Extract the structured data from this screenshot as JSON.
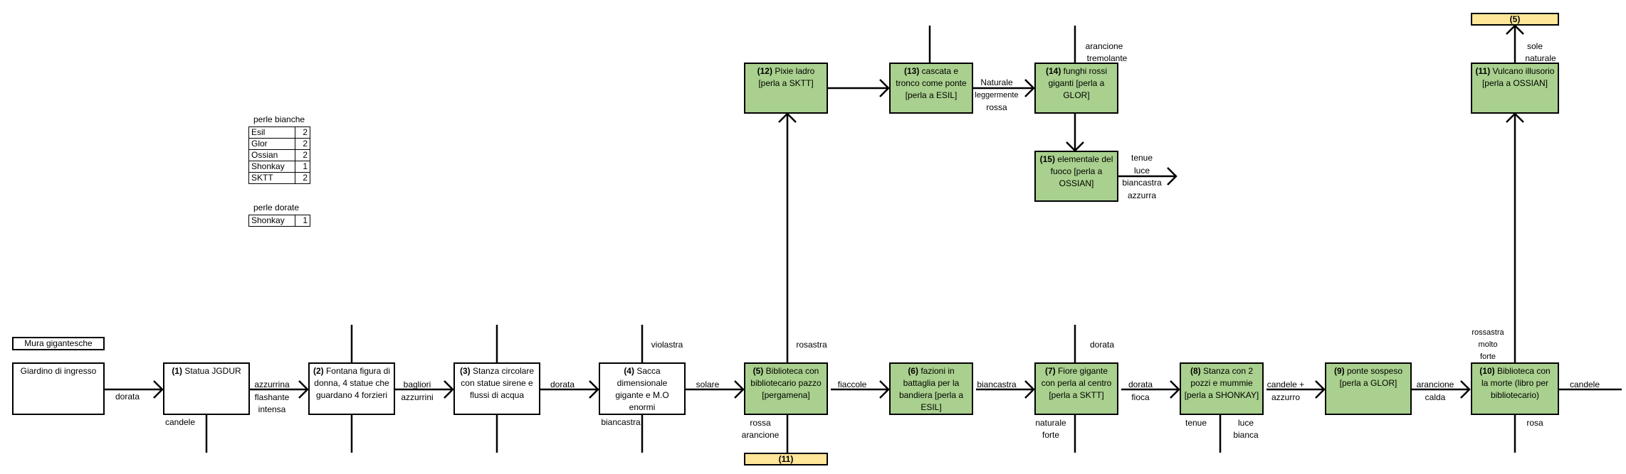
{
  "legend_white": {
    "title": "perle bianche",
    "rows": [
      {
        "name": "Esil",
        "count": "2"
      },
      {
        "name": "Glor",
        "count": "2"
      },
      {
        "name": "Ossian",
        "count": "2"
      },
      {
        "name": "Shonkay",
        "count": "1"
      },
      {
        "name": "SKTT",
        "count": "2"
      }
    ]
  },
  "legend_gold": {
    "title": "perle dorate",
    "rows": [
      {
        "name": "Shonkay",
        "count": "1"
      }
    ]
  },
  "nodes": {
    "mura": {
      "text": "Mura gigantesche"
    },
    "giardino": {
      "text": "Giardino di ingresso"
    },
    "n1": {
      "num": "(1)",
      "text": " Statua JGDUR"
    },
    "n2": {
      "num": "(2)",
      "text": " Fontana figura di donna, 4 statue che guardano 4 forzieri"
    },
    "n3": {
      "num": "(3)",
      "text": " Stanza circolare con statue sirene e flussi di acqua"
    },
    "n4": {
      "num": "(4)",
      "text": " Sacca dimensionale gigante e M.O enormi"
    },
    "n5": {
      "num": "(5)",
      "text": " Biblioteca con bibliotecario pazzo [pergamena]"
    },
    "n6": {
      "num": "(6)",
      "text": " fazioni in battaglia per la bandiera [perla a ESIL]"
    },
    "n7": {
      "num": "(7)",
      "text": " Fiore gigante con perla al centro [perla a SKTT]"
    },
    "n8": {
      "num": "(8)",
      "text": " Stanza con 2 pozzi e mummie [perla a SHONKAY]"
    },
    "n9": {
      "num": "(9)",
      "text": " ponte sospeso [perla a GLOR]"
    },
    "n10": {
      "num": "(10)",
      "text": " Biblioteca con la morte (libro per bibliotecario)"
    },
    "n11": {
      "num": "(11)",
      "text": " Vulcano illusorio [perla a OSSIAN]"
    },
    "n12": {
      "num": "(12)",
      "text": " Pixie ladro [perla a SKTT]"
    },
    "n13": {
      "num": "(13)",
      "text": " cascata e tronco come ponte [perla a ESIL]"
    },
    "n14": {
      "num": "(14)",
      "text": " funghi rossi giganti [perla a GLOR]"
    },
    "n15": {
      "num": "(15)",
      "text": " elementale del fuoco [perla a OSSIAN]"
    },
    "ref5": {
      "text": "(5)"
    },
    "ref11": {
      "text": "(11)"
    }
  },
  "labels": {
    "dorata1": "dorata",
    "candele1": "candele",
    "azzurrina": "azzurrina",
    "flashante": "flashante",
    "intensa": "intensa",
    "bagliori": "bagliori",
    "azzurrini": "azzurrini",
    "dorata2": "dorata",
    "violastra": "violastra",
    "solare": "solare",
    "biancastra1": "biancastra",
    "rosastra": "rosastra",
    "rossa": "rossa",
    "arancione1": "arancione",
    "fiaccole": "fiaccole",
    "biancastra2": "biancastra",
    "dorata3": "dorata",
    "naturale1": "naturale",
    "forte1": "forte",
    "dorata4": "dorata",
    "fioca": "fioca",
    "tenue1": "tenue",
    "luce1": "luce",
    "bianca": "bianca",
    "candele_plus": "candele +",
    "azzurro": "azzurro",
    "arancione2": "arancione",
    "calda": "calda",
    "candele2": "candele",
    "rossastra": "rossastra",
    "molto": "molto",
    "forte2": "forte",
    "rosa": "rosa",
    "sole": "sole",
    "naturale2": "naturale",
    "naturale_top": "Naturale",
    "leggermente": "leggermente",
    "rossa2": "rossa",
    "arancione3": "arancione",
    "tremolante": "tremolante",
    "tenue2": "tenue",
    "luce2": "luce",
    "biancastra3": "biancastra",
    "azzurra": "azzurra"
  }
}
